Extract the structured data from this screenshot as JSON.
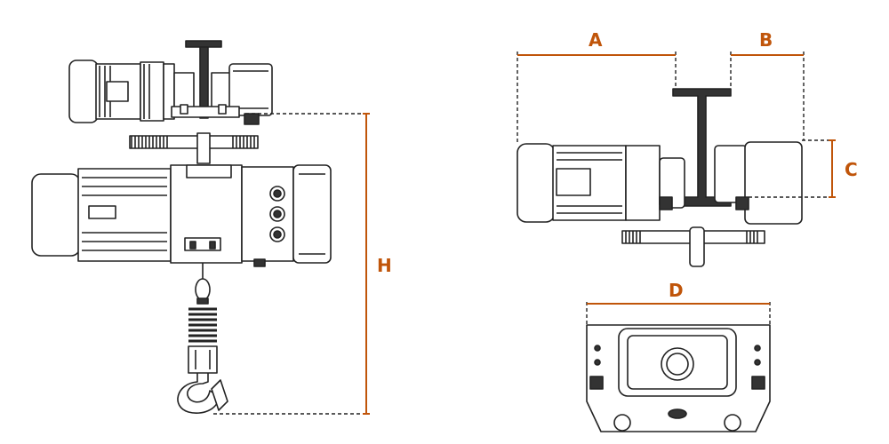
{
  "colors": {
    "dimension": "#c0550a",
    "line": "#222222",
    "body_fill": "#ffffff",
    "dark_part": "#333333"
  },
  "labels": {
    "A": "A",
    "B": "B",
    "C": "C",
    "D": "D",
    "H": "H"
  }
}
